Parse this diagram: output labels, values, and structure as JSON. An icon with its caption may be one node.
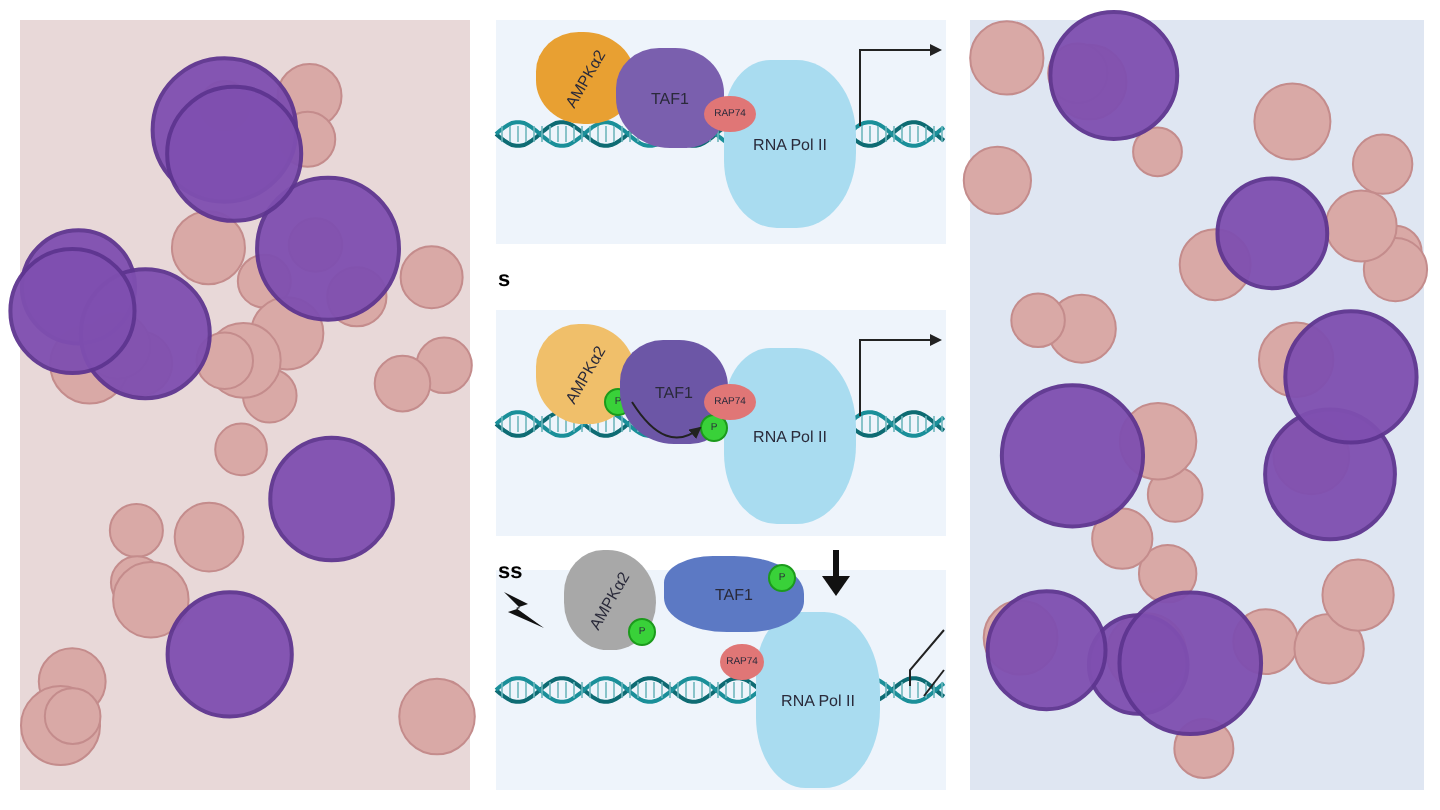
{
  "diagram": {
    "nodes": [
      {
        "text": [
          "AMPKα2"
        ]
      },
      {
        "text": [
          "TAF1"
        ]
      },
      {
        "text": [
          "RAP74"
        ]
      },
      {
        "text": [
          "RNA Pol II"
        ]
      },
      {
        "text": [
          "AMPKα2"
        ]
      },
      {
        "text": [
          "P"
        ],
        "in": 4
      },
      {
        "text": [
          "TAF1"
        ]
      },
      {
        "text": [
          "P"
        ],
        "in": 6
      },
      {
        "text": [
          "RAP74"
        ]
      },
      {
        "text": [
          "RNA Pol II"
        ]
      },
      {
        "text": [
          "AMPKα2"
        ]
      },
      {
        "text": [
          "P"
        ],
        "in": 10
      },
      {
        "text": [
          "TAF1"
        ]
      },
      {
        "text": [
          "P"
        ],
        "in": 12
      },
      {
        "text": [
          "RAP74"
        ]
      },
      {
        "text": [
          "RNA Pol II"
        ]
      }
    ],
    "edges": [
      {
        "from": 5,
        "to": 7,
        "arrow": "to"
      }
    ],
    "labels": [
      "s",
      "ss"
    ]
  }
}
